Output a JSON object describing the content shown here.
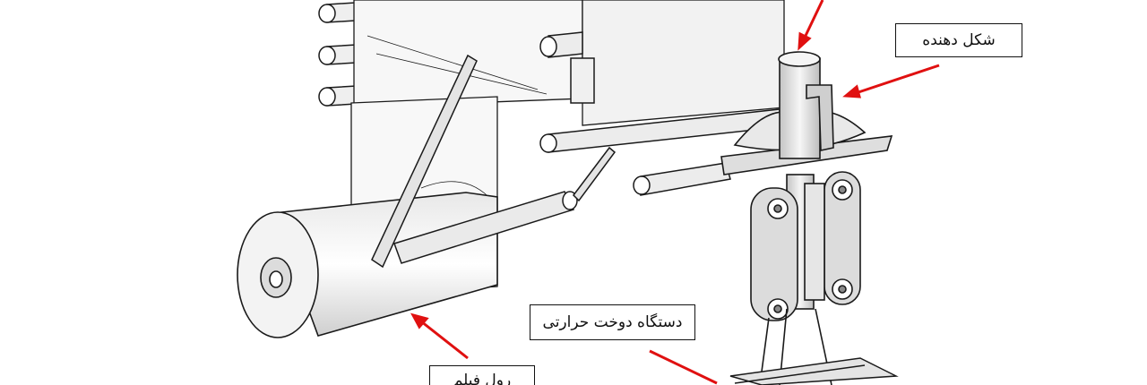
{
  "labels": {
    "former": "شکل دهنده",
    "heat_sealer": "دستگاه دوخت حرارتی",
    "film_roll": "رول فیلم"
  },
  "colors": {
    "arrow": "#e01010",
    "line": "#1a1a1a",
    "film": "#f4f4f4",
    "metal": "#d6d6d6"
  }
}
